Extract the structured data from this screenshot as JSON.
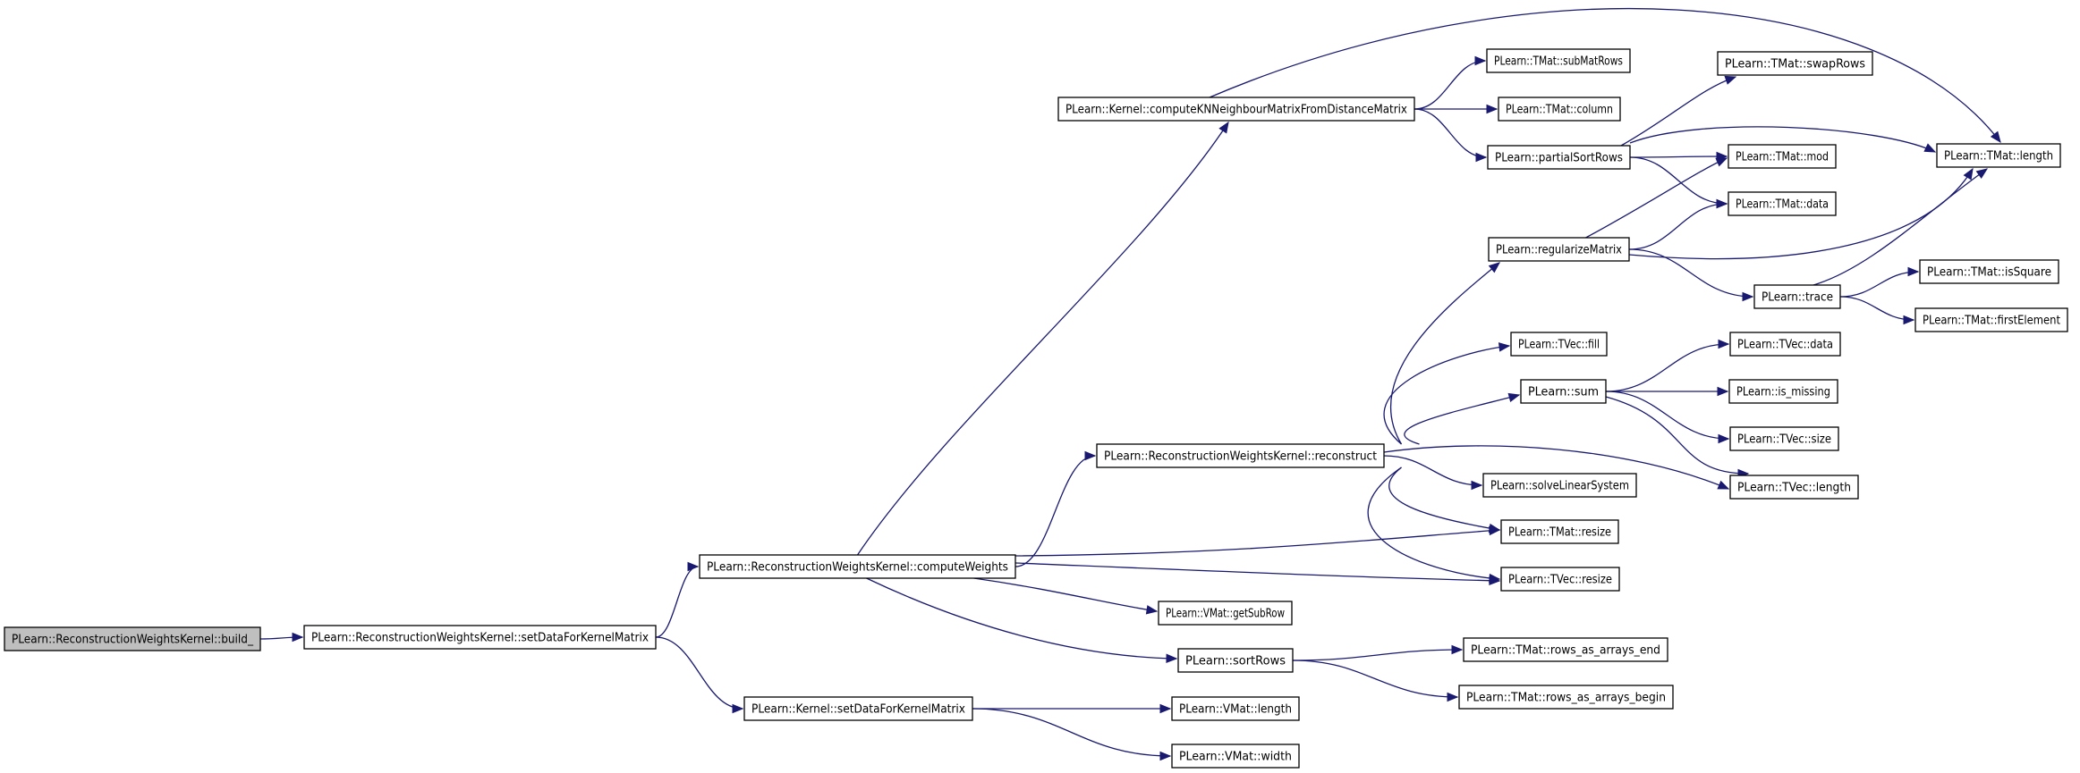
{
  "colors": {
    "edge": "#191970",
    "root_fill": "#bfbfbf",
    "node_fill": "#ffffff",
    "border": "#000000"
  },
  "nodes": [
    {
      "id": "build",
      "label": "PLearn::ReconstructionWeightsKernel::build_",
      "root": true
    },
    {
      "id": "setData",
      "label": "PLearn::ReconstructionWeightsKernel::setDataForKernelMatrix"
    },
    {
      "id": "computeWeights",
      "label": "PLearn::ReconstructionWeightsKernel::computeWeights"
    },
    {
      "id": "kernelSetData",
      "label": "PLearn::Kernel::setDataForKernelMatrix"
    },
    {
      "id": "computeKNN",
      "label": "PLearn::Kernel::computeKNNeighbourMatrixFromDistanceMatrix"
    },
    {
      "id": "reconstruct",
      "label": "PLearn::ReconstructionWeightsKernel::reconstruct"
    },
    {
      "id": "vmatGetSubRow",
      "label": "PLearn::VMat::getSubRow"
    },
    {
      "id": "sortRows",
      "label": "PLearn::sortRows"
    },
    {
      "id": "vmatLength",
      "label": "PLearn::VMat::length"
    },
    {
      "id": "vmatWidth",
      "label": "PLearn::VMat::width"
    },
    {
      "id": "subMatRows",
      "label": "PLearn::TMat::subMatRows"
    },
    {
      "id": "column",
      "label": "PLearn::TMat::column"
    },
    {
      "id": "partialSortRows",
      "label": "PLearn::partialSortRows"
    },
    {
      "id": "regularizeMatrix",
      "label": "PLearn::regularizeMatrix"
    },
    {
      "id": "tvecFill",
      "label": "PLearn::TVec::fill"
    },
    {
      "id": "sum",
      "label": "PLearn::sum"
    },
    {
      "id": "solveLinearSystem",
      "label": "PLearn::solveLinearSystem"
    },
    {
      "id": "tmatResize",
      "label": "PLearn::TMat::resize"
    },
    {
      "id": "tvecResize",
      "label": "PLearn::TVec::resize"
    },
    {
      "id": "rowsEnd",
      "label": "PLearn::TMat::rows_as_arrays_end"
    },
    {
      "id": "rowsBegin",
      "label": "PLearn::TMat::rows_as_arrays_begin"
    },
    {
      "id": "swapRows",
      "label": "PLearn::TMat::swapRows"
    },
    {
      "id": "tmatMod",
      "label": "PLearn::TMat::mod"
    },
    {
      "id": "tmatData",
      "label": "PLearn::TMat::data"
    },
    {
      "id": "trace",
      "label": "PLearn::trace"
    },
    {
      "id": "tvecData",
      "label": "PLearn::TVec::data"
    },
    {
      "id": "isMissing",
      "label": "PLearn::is_missing"
    },
    {
      "id": "tvecSize",
      "label": "PLearn::TVec::size"
    },
    {
      "id": "tvecLength",
      "label": "PLearn::TVec::length"
    },
    {
      "id": "tmatLength",
      "label": "PLearn::TMat::length"
    },
    {
      "id": "isSquare",
      "label": "PLearn::TMat::isSquare"
    },
    {
      "id": "firstElement",
      "label": "PLearn::TMat::firstElement"
    }
  ],
  "edges": [
    [
      "build",
      "setData"
    ],
    [
      "setData",
      "computeWeights"
    ],
    [
      "setData",
      "kernelSetData"
    ],
    [
      "computeWeights",
      "computeKNN"
    ],
    [
      "computeWeights",
      "reconstruct"
    ],
    [
      "computeWeights",
      "tmatResize"
    ],
    [
      "computeWeights",
      "tvecResize"
    ],
    [
      "computeWeights",
      "vmatGetSubRow"
    ],
    [
      "computeWeights",
      "sortRows"
    ],
    [
      "kernelSetData",
      "vmatLength"
    ],
    [
      "kernelSetData",
      "vmatWidth"
    ],
    [
      "computeKNN",
      "tmatLength"
    ],
    [
      "computeKNN",
      "subMatRows"
    ],
    [
      "computeKNN",
      "column"
    ],
    [
      "computeKNN",
      "partialSortRows"
    ],
    [
      "partialSortRows",
      "swapRows"
    ],
    [
      "partialSortRows",
      "tmatLength"
    ],
    [
      "partialSortRows",
      "tmatMod"
    ],
    [
      "partialSortRows",
      "tmatData"
    ],
    [
      "reconstruct",
      "regularizeMatrix"
    ],
    [
      "reconstruct",
      "tvecFill"
    ],
    [
      "reconstruct",
      "sum"
    ],
    [
      "reconstruct",
      "tvecLength"
    ],
    [
      "reconstruct",
      "solveLinearSystem"
    ],
    [
      "reconstruct",
      "tmatResize"
    ],
    [
      "reconstruct",
      "tvecResize"
    ],
    [
      "regularizeMatrix",
      "tmatMod"
    ],
    [
      "regularizeMatrix",
      "tmatData"
    ],
    [
      "regularizeMatrix",
      "tmatLength"
    ],
    [
      "regularizeMatrix",
      "trace"
    ],
    [
      "trace",
      "tmatLength"
    ],
    [
      "trace",
      "isSquare"
    ],
    [
      "trace",
      "firstElement"
    ],
    [
      "sum",
      "tvecData"
    ],
    [
      "sum",
      "isMissing"
    ],
    [
      "sum",
      "tvecSize"
    ],
    [
      "sum",
      "tvecLength"
    ],
    [
      "sortRows",
      "rowsEnd"
    ],
    [
      "sortRows",
      "rowsBegin"
    ]
  ]
}
